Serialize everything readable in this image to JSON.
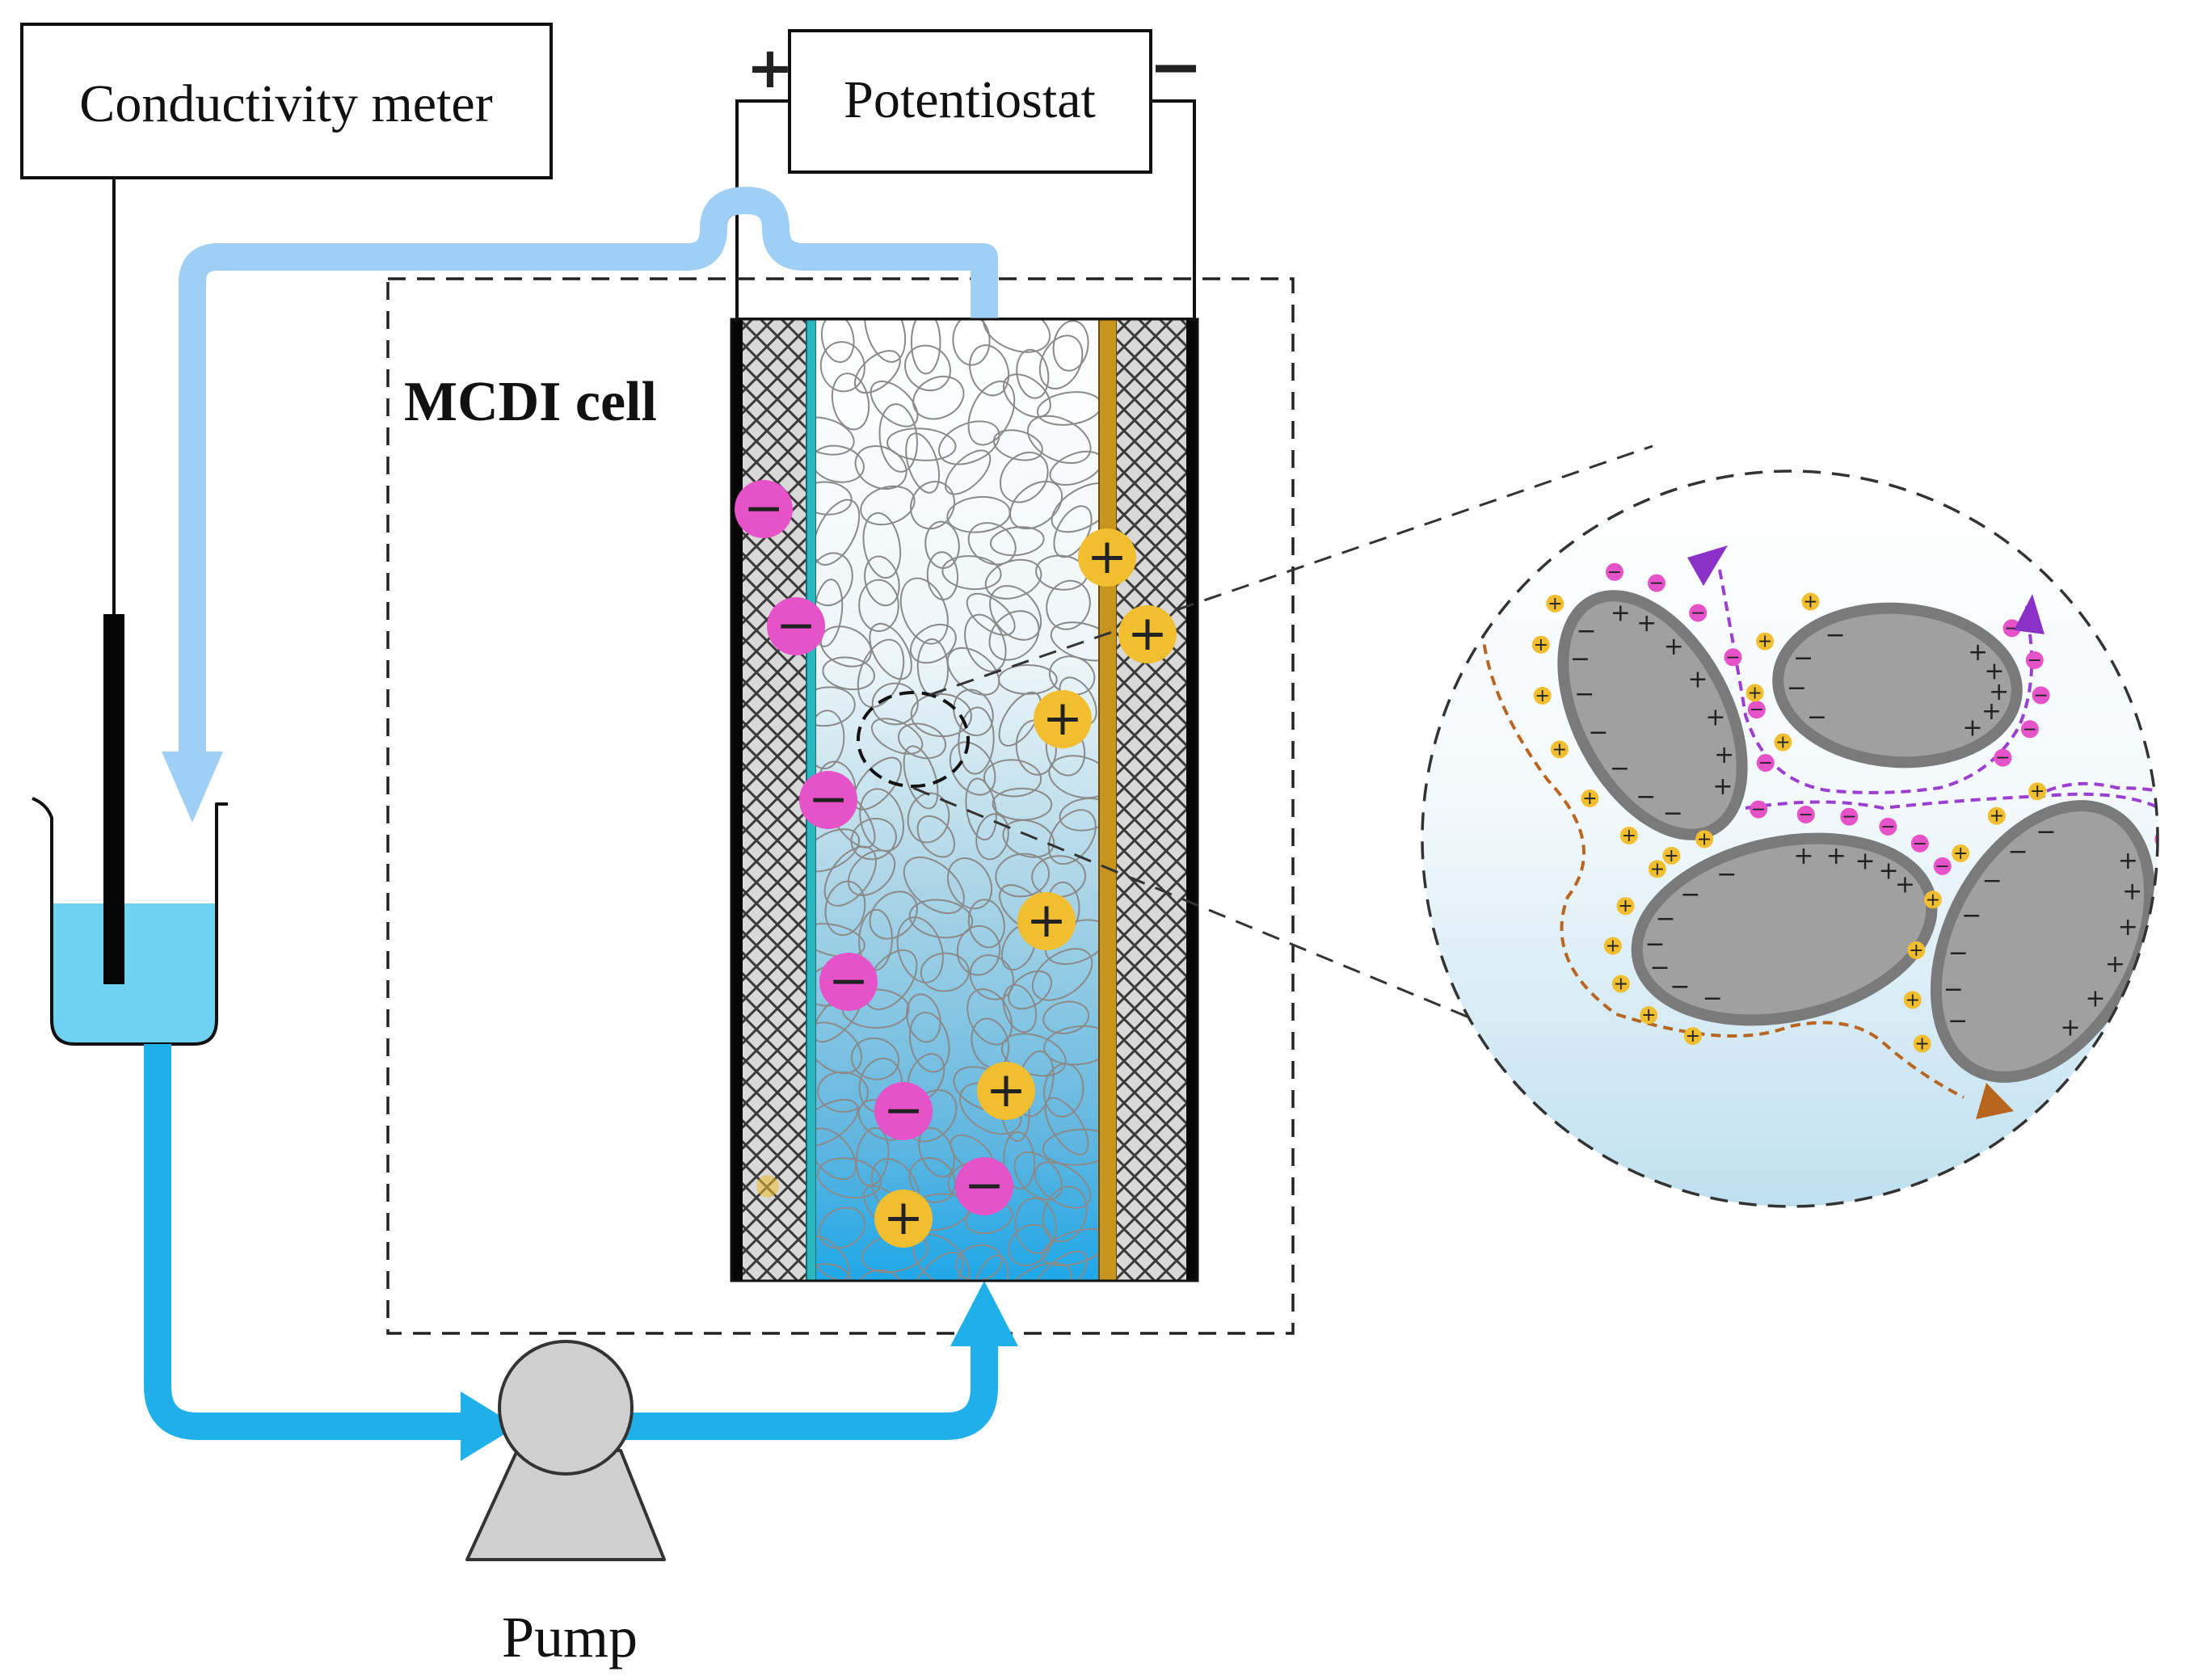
{
  "labels": {
    "conductivity_meter": "Conductivity meter",
    "potentiostat": "Potentiostat",
    "plus_terminal": "+",
    "minus_terminal": "−",
    "cell": "MCDI cell",
    "pump": "Pump"
  },
  "ions": {
    "anion_symbol": "−",
    "cation_symbol": "+"
  },
  "colors": {
    "flow_in": "#1fb0ea",
    "flow_return": "#9fcff5",
    "beaker_water": "#6fd2f0",
    "anion": "#e652c8",
    "cation": "#f0be2e",
    "anion_membrane": "#2ab8c0",
    "cation_membrane": "#c8941e",
    "particle": "#a0a0a0",
    "particle_outline": "#7a7a7a",
    "pump_body": "#cfcfcf",
    "anion_path": "#9b3fd0",
    "cation_path": "#b8651f"
  }
}
